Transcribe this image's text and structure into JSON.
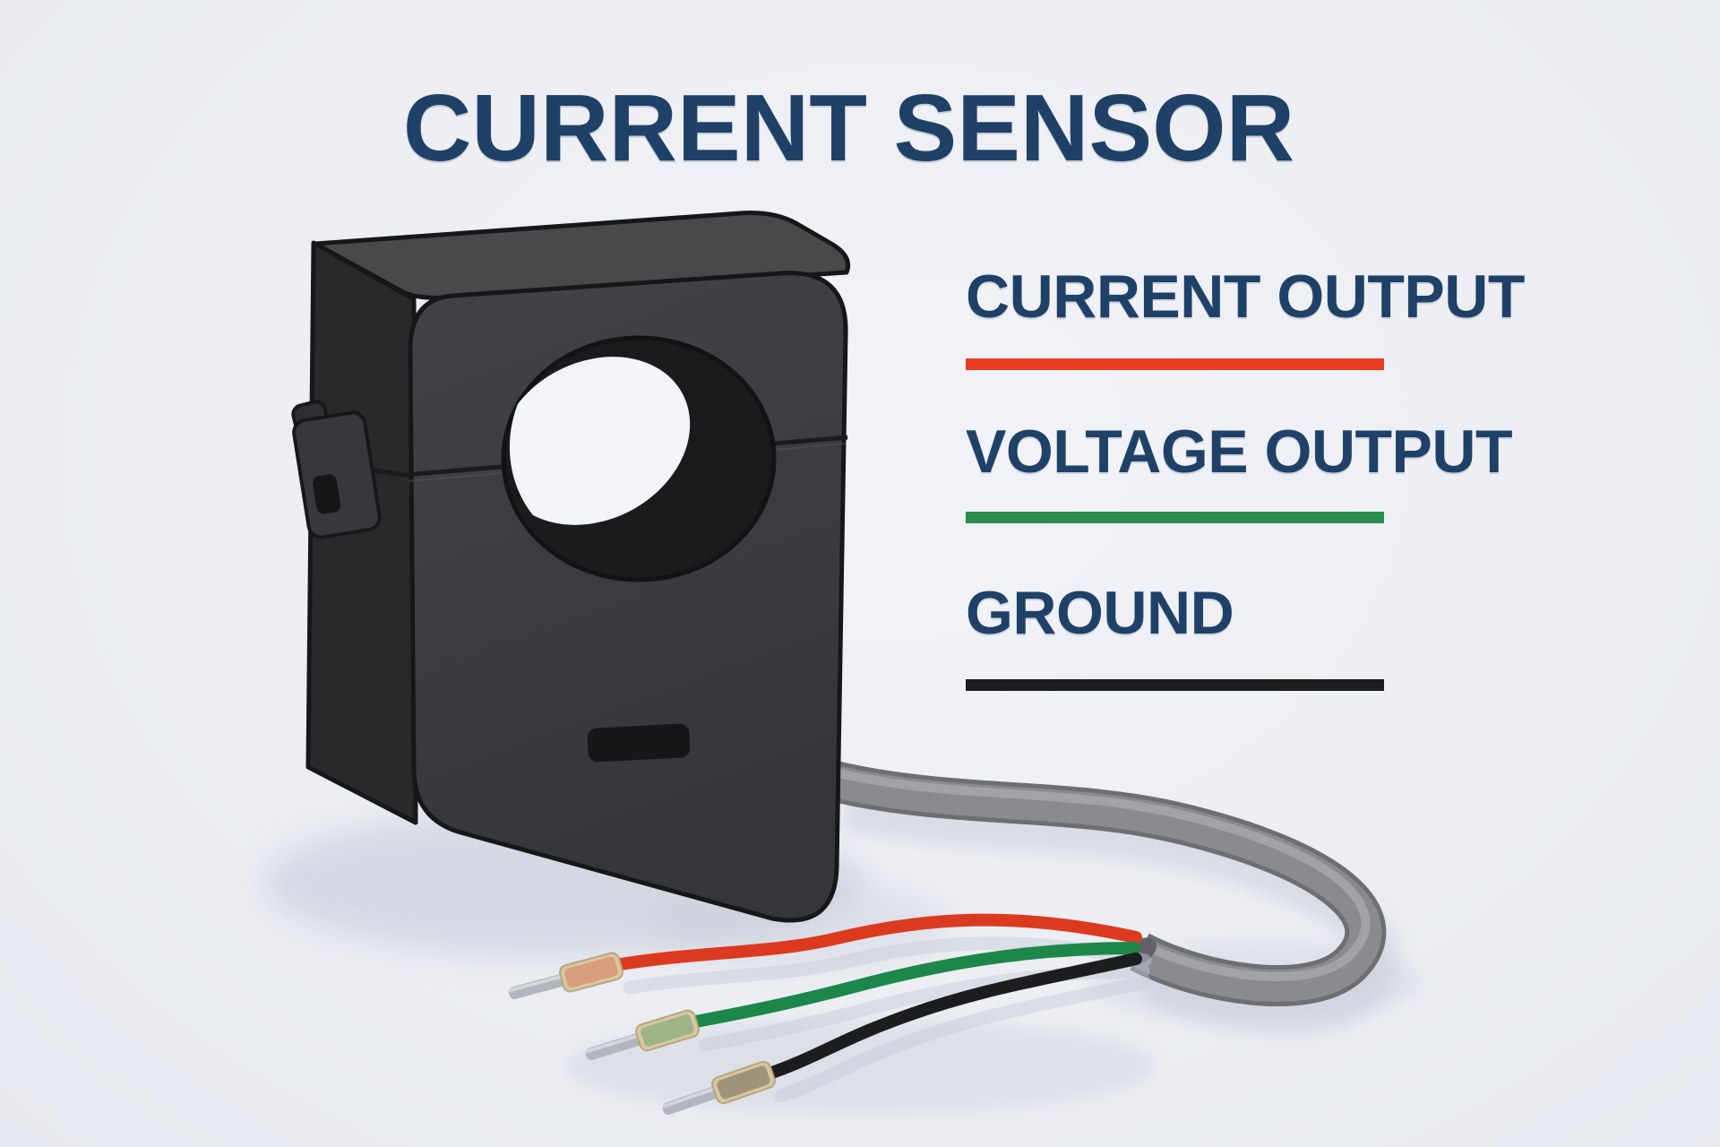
{
  "title": {
    "text": "CURRENT SENSOR",
    "color": "#1f4168"
  },
  "legend": {
    "text_color": "#1f4168",
    "items": [
      {
        "id": "current-output",
        "label": "CURRENT OUTPUT",
        "line_color": "#e83b21"
      },
      {
        "id": "voltage-output",
        "label": "VOLTAGE OUTPUT",
        "line_color": "#2a8c4d"
      },
      {
        "id": "ground",
        "label": "GROUND",
        "line_color": "#1d1d20"
      }
    ]
  },
  "illustration": {
    "device": "split-core current sensor clamp",
    "body_color": "#3d3d40",
    "cable_color": "#8a8a90",
    "wires": [
      {
        "id": "current-output-wire",
        "color": "#dc3a1e"
      },
      {
        "id": "voltage-output-wire",
        "color": "#1b8749"
      },
      {
        "id": "ground-wire",
        "color": "#1d1d20"
      }
    ]
  },
  "background_color": "#eceef3"
}
